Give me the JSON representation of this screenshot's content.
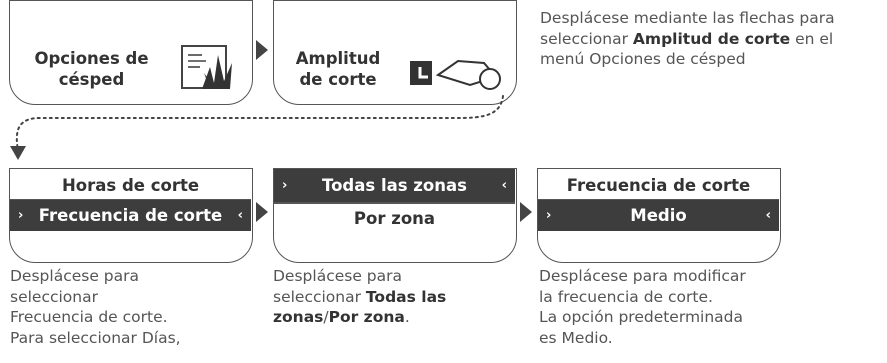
{
  "steps_top": [
    {
      "label_line1": "Opciones de",
      "label_line2": "césped",
      "icon": "lawn-options-icon"
    },
    {
      "label_line1": "Amplitud",
      "label_line2": "de corte",
      "icon": "mower-width-icon"
    }
  ],
  "top_note": {
    "line1": "Desplácese mediante las flechas para",
    "line2_pre": "seleccionar ",
    "line2_bold": "Amplitud de corte",
    "line2_post": " en el",
    "line3": "menú Opciones de césped"
  },
  "menus": [
    {
      "top": "Horas de corte",
      "bottom": "Frecuencia de corte",
      "selected": "bottom"
    },
    {
      "top": "Todas las zonas",
      "bottom": "Por zona",
      "selected": "top"
    },
    {
      "top": "Frecuencia de corte",
      "bottom": "Medio",
      "selected": "bottom"
    }
  ],
  "notes_bottom": {
    "n1": [
      "Desplácese para",
      "seleccionar",
      "Frecuencia de corte.",
      "Para seleccionar Días,"
    ],
    "n2_line1": "Desplácese para",
    "n2_line2_pre": "seleccionar ",
    "n2_line2_bold": "Todas las",
    "n2_line3_bold1": "zonas",
    "n2_line3_sep": "/",
    "n2_line3_bold2": "Por zona",
    "n2_line3_post": ".",
    "n3": [
      "Desplácese para modificar",
      "la frecuencia de corte.",
      "La opción predeterminada",
      "es Medio."
    ]
  },
  "arrow_glyphs": {
    "right": "›",
    "left": "‹"
  },
  "colors": {
    "stroke": "#555555",
    "selected_bg": "#3d3d3d",
    "text": "#333333"
  }
}
